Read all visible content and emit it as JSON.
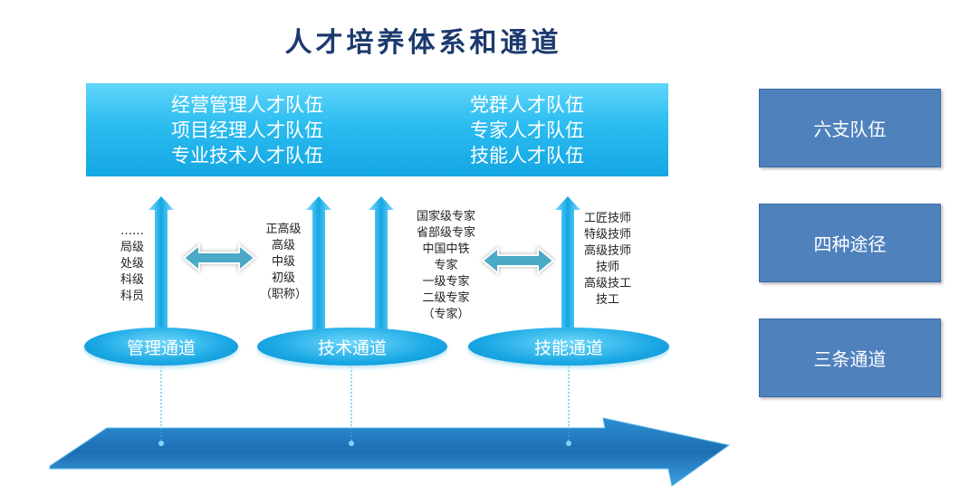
{
  "title": "人才培养体系和通道",
  "banner": {
    "left": [
      "经营管理人才队伍",
      "项目经理人才队伍",
      "专业技术人才队伍"
    ],
    "right": [
      "党群人才队伍",
      "专家人才队伍",
      "技能人才队伍"
    ]
  },
  "side_boxes": [
    "六支队伍",
    "四种途径",
    "三条通道"
  ],
  "lists": {
    "management": [
      "……",
      "局级",
      "处级",
      "科级",
      "科员"
    ],
    "title_rank": [
      "正高级",
      "高级",
      "中级",
      "初级",
      "（职称）"
    ],
    "expert": [
      "国家级专家",
      "省部级专家",
      "中国中铁",
      "专家",
      "一级专家",
      "二级专家",
      "（专家）"
    ],
    "skill": [
      "工匠技师",
      "特级技师",
      "高级技师",
      "技师",
      "高级技工",
      "技工"
    ]
  },
  "channels": [
    "管理通道",
    "技术通道",
    "技能通道"
  ]
}
